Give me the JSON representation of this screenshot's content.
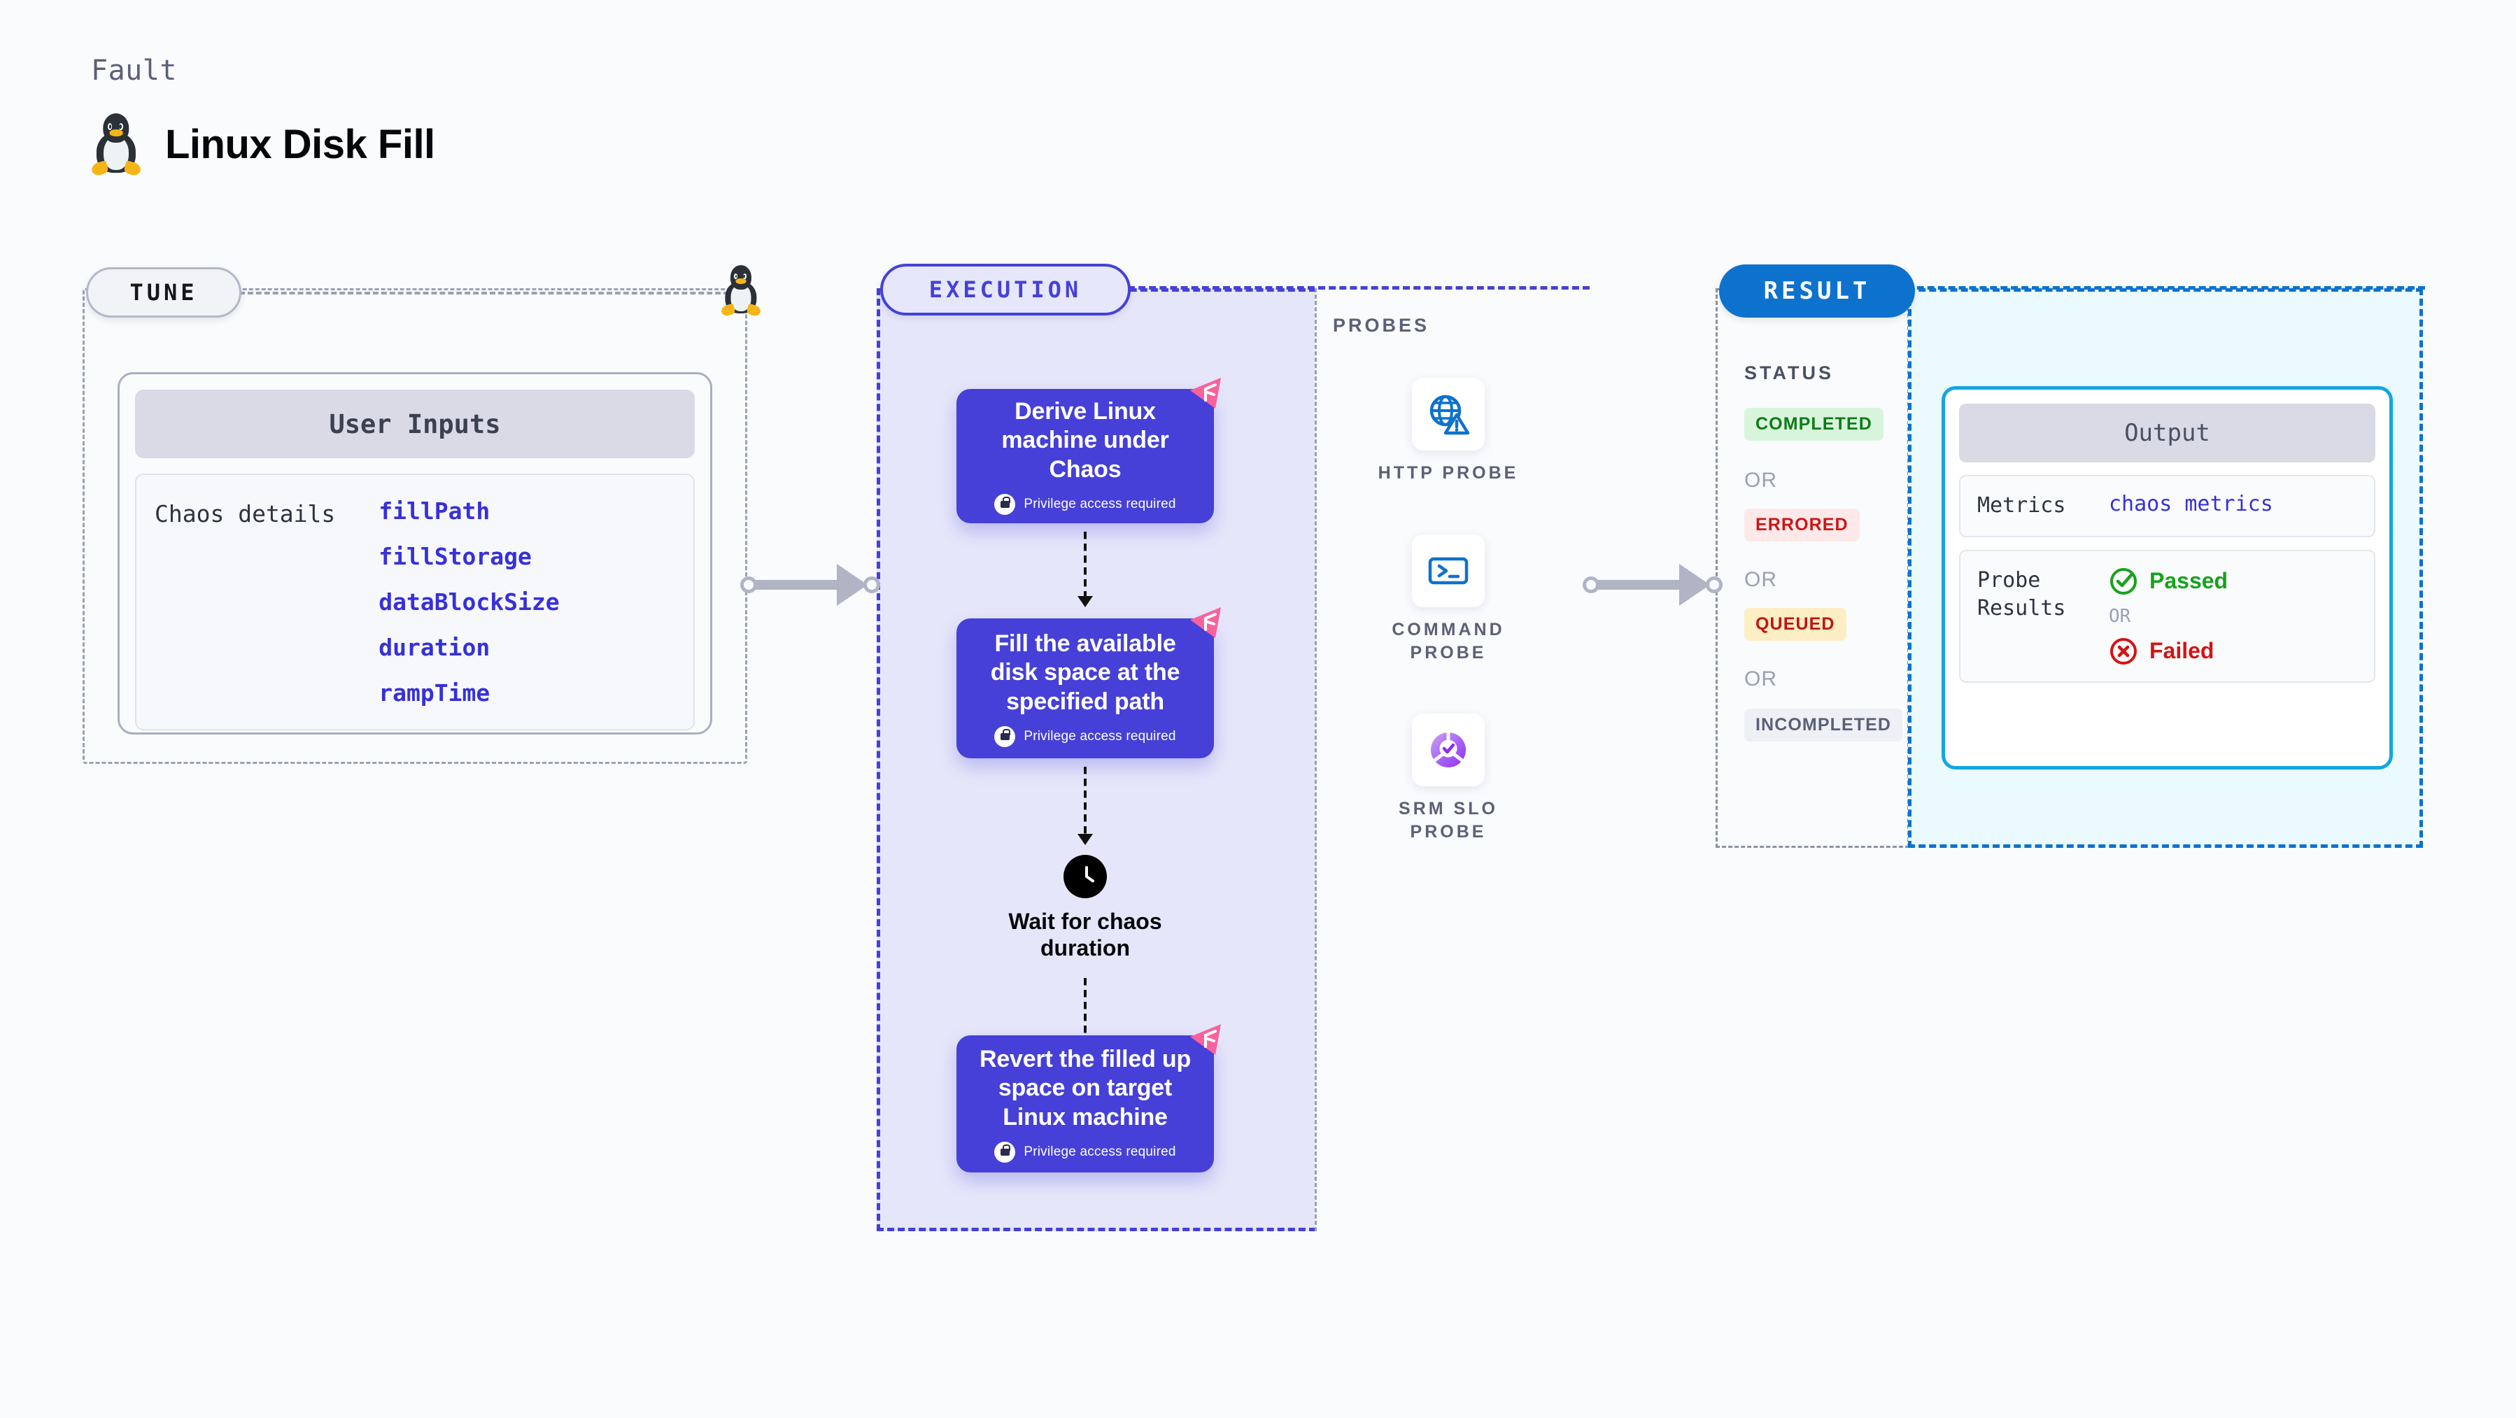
{
  "header": {
    "eyebrow": "Fault",
    "title": "Linux Disk Fill",
    "icon": "linux-penguin-icon"
  },
  "tune": {
    "pill_label": "TUNE",
    "icon": "linux-penguin-icon",
    "card": {
      "title": "User Inputs",
      "rows": [
        {
          "label": "Chaos details",
          "values": [
            "fillPath",
            "fillStorage",
            "dataBlockSize",
            "duration",
            "rampTime"
          ]
        }
      ]
    }
  },
  "execution": {
    "pill_label": "EXECUTION",
    "steps": [
      {
        "title": "Derive Linux machine under Chaos",
        "privilege": "Privilege access required",
        "badge": "litmus-chaos-icon"
      },
      {
        "title": "Fill the available disk space at the specified path",
        "privilege": "Privilege access required",
        "badge": "litmus-chaos-icon"
      },
      {
        "title": "Revert the filled up space on target Linux machine",
        "privilege": "Privilege access required",
        "badge": "litmus-chaos-icon"
      }
    ],
    "wait_node": {
      "label": "Wait for chaos duration",
      "icon": "clock-icon"
    }
  },
  "probes": {
    "title": "PROBES",
    "items": [
      {
        "label": "HTTP PROBE",
        "icon": "globe-warning-icon"
      },
      {
        "label": "COMMAND PROBE",
        "icon": "terminal-icon"
      },
      {
        "label": "SRM SLO PROBE",
        "icon": "slo-donut-check-icon"
      }
    ]
  },
  "result": {
    "pill_label": "RESULT",
    "status_title": "STATUS",
    "or_label": "OR",
    "statuses": [
      {
        "label": "COMPLETED",
        "tone": "success"
      },
      {
        "label": "ERRORED",
        "tone": "error"
      },
      {
        "label": "QUEUED",
        "tone": "warning"
      },
      {
        "label": "INCOMPLETED",
        "tone": "neutral"
      }
    ],
    "output": {
      "title": "Output",
      "metrics_key": "Metrics",
      "metrics_value": "chaos metrics",
      "probe_results_key": "Probe\nResults",
      "passed_label": "Passed",
      "failed_label": "Failed",
      "or_label": "OR",
      "passed_icon": "check-circle-icon",
      "failed_icon": "x-circle-icon"
    }
  },
  "colors": {
    "page_bg": "#fafbfd",
    "accent_indigo": "#4640d8",
    "accent_blue": "#0d72cd",
    "accent_cyan": "#13a6e2",
    "pink_badge": "#f8629c",
    "success": "#17a21c",
    "error": "#d51313",
    "muted": "#9aa1b1"
  }
}
